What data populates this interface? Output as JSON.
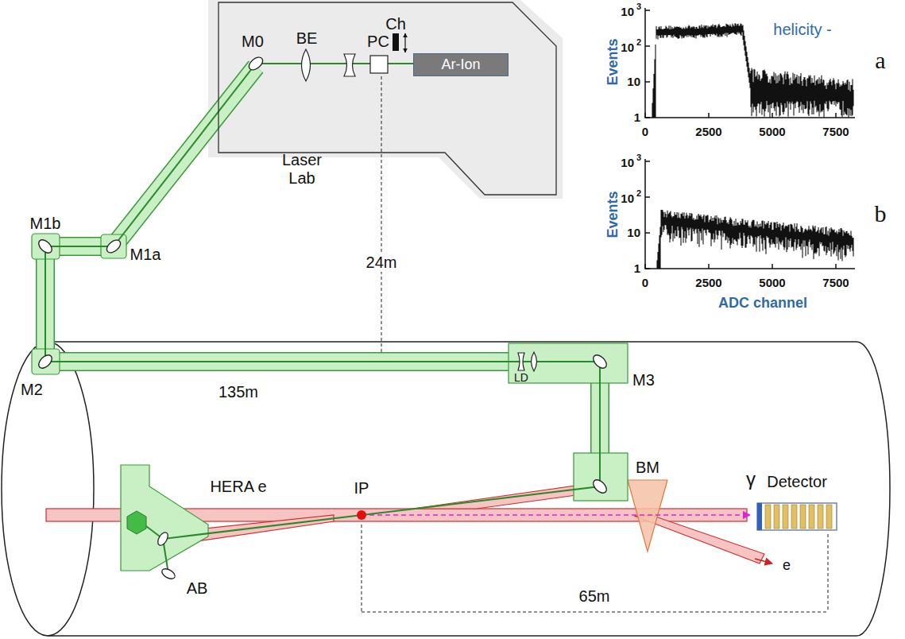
{
  "diagram": {
    "nodes": [
      {
        "text": [
          "Laser Lab"
        ]
      },
      {
        "text": [
          "Ar-Ion"
        ],
        "in": 0
      },
      {
        "text": [
          "Detector"
        ]
      }
    ],
    "labels": [
      "M0",
      "BE",
      "PC",
      "Ch",
      "helicity -",
      "a",
      "Events",
      "10",
      "3",
      "10",
      "2",
      "10",
      "1",
      "0",
      "2500",
      "5000",
      "7500",
      "M1b",
      "M1a",
      "24m",
      "b",
      "Events",
      "10",
      "3",
      "10",
      "2",
      "10",
      "1",
      "0",
      "2500",
      "5000",
      "7500",
      "ADC channel",
      "M2",
      "135m",
      "LD",
      "M3",
      "HERA e",
      "IP",
      "BM",
      "γ",
      "e",
      "AB",
      "65m"
    ]
  }
}
